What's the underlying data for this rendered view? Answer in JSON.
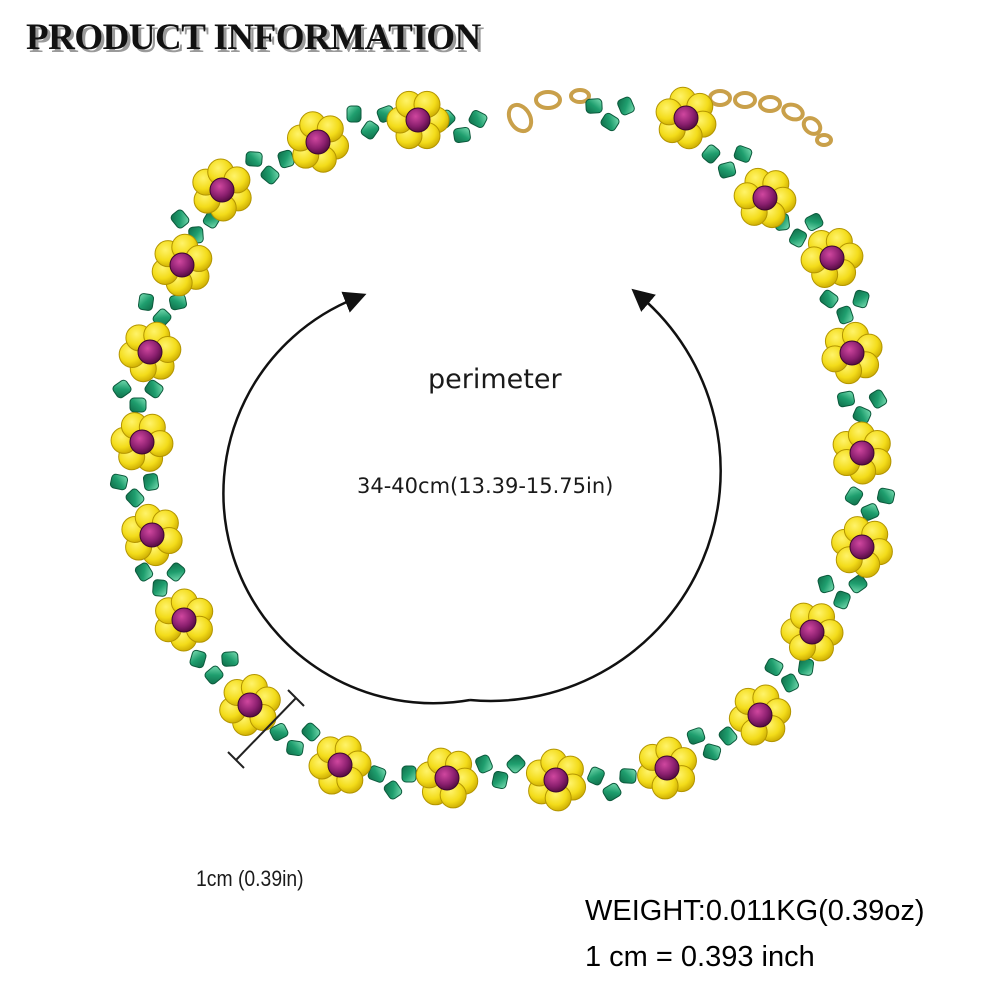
{
  "header": {
    "title": "PRODUCT INFORMATION"
  },
  "dimensions": {
    "perimeter_label": "perimeter",
    "perimeter_value": "34-40cm(13.39-15.75in)",
    "bead_width": "1cm (0.39in)"
  },
  "specs": {
    "weight": "WEIGHT:0.011KG(0.39oz)",
    "conversion": "1 cm = 0.393 inch"
  },
  "colors": {
    "petal": "#f3dc1a",
    "flower_center": "#8a1f6e",
    "leaf_bead": "#1f9e6e",
    "chain": "#c9a04a"
  }
}
